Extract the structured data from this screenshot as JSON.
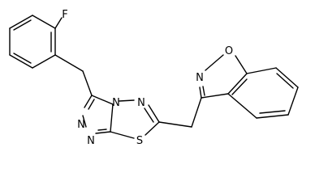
{
  "structure": {
    "atom_labels": {
      "fluorine": "F",
      "isoxazole_o": "O",
      "isoxazole_n": "N",
      "triazole_n_top": "N",
      "triazole_n_left": "N",
      "triazole_n_bottom": "N",
      "thiadiazole_n": "N",
      "sulfur": "S"
    }
  }
}
